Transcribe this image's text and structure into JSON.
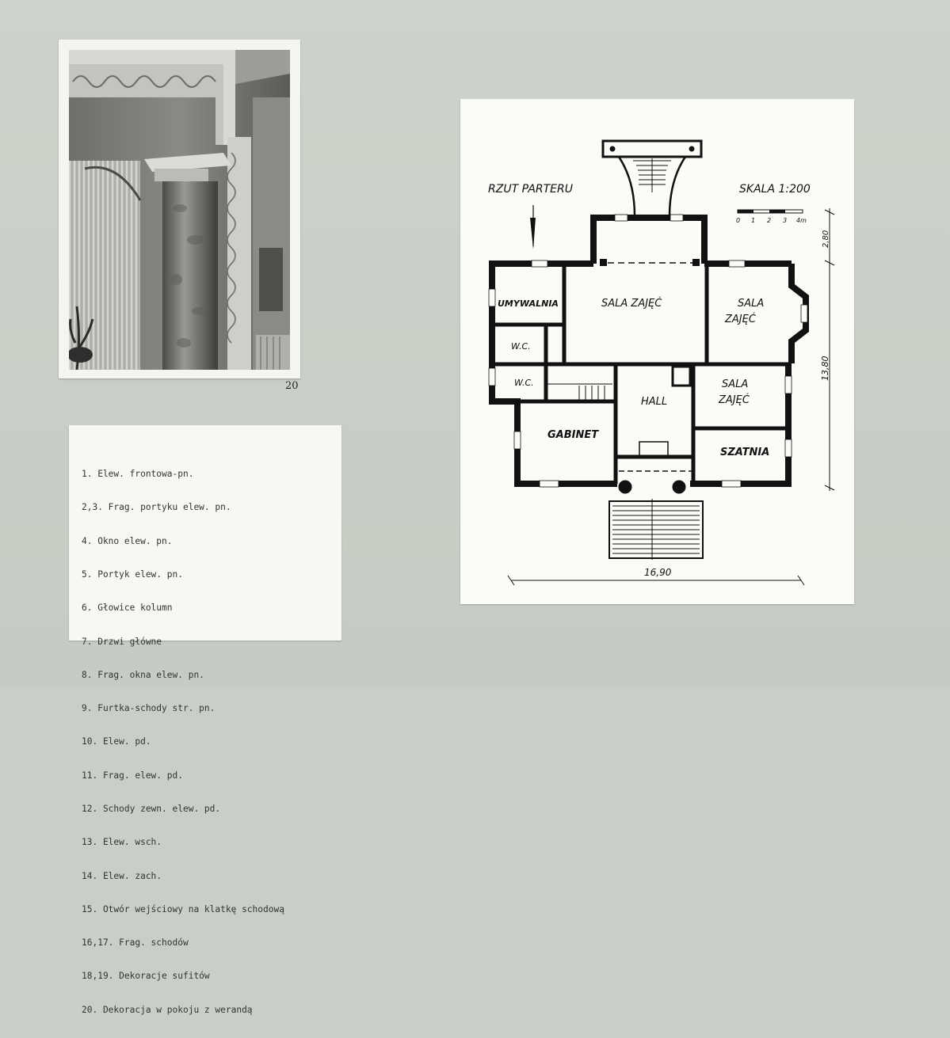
{
  "photo": {
    "number": "20"
  },
  "captions": [
    "1. Elew. frontowa-pn.",
    "2,3. Frag. portyku elew. pn.",
    "4. Okno elew. pn.",
    "5. Portyk elew. pn.",
    "6. Głowice kolumn",
    "7. Drzwi główne",
    "8. Frag. okna elew. pn.",
    "9. Furtka-schody str. pn.",
    "10. Elew. pd.",
    "11. Frag. elew. pd.",
    "12. Schody zewn. elew. pd.",
    "13. Elew. wsch.",
    "14. Elew. zach.",
    "15. Otwór wejściowy na klatkę schodową",
    "16,17. Frag. schodów",
    "18,19. Dekoracje sufitów",
    "20. Dekoracja w pokoju z werandą"
  ],
  "plan": {
    "title": "RZUT PARTERU",
    "scale": "SKALA 1:200",
    "scale_ticks": [
      "0",
      "1",
      "2",
      "3",
      "4m"
    ],
    "dimensions": {
      "width": "16,90",
      "depth_main": "13,80",
      "depth_top": "2,80"
    },
    "rooms": {
      "washroom": "UMYWALNIA",
      "wc_upper": "W.C.",
      "wc_lower": "W.C.",
      "main_classroom": "SALA ZAJĘĆ",
      "east_classroom_line1": "SALA",
      "east_classroom_line2": "ZAJĘĆ",
      "hall": "HALL",
      "southeast_classroom_line1": "SALA",
      "southeast_classroom_line2": "ZAJĘĆ",
      "office": "GABINET",
      "cloakroom": "SZATNIA"
    }
  }
}
